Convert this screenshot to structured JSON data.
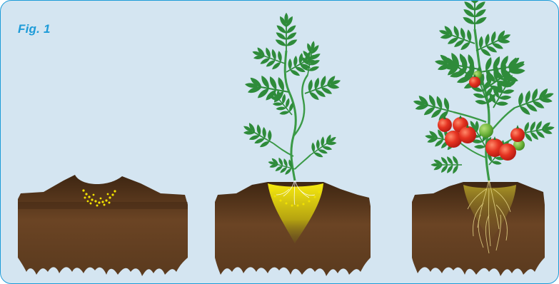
{
  "figure": {
    "label": "Fig. 1"
  },
  "panels": [
    {
      "name": "stage-1",
      "elements": [
        "soil-mound",
        "seed-fertilizer-granules"
      ]
    },
    {
      "name": "stage-2",
      "elements": [
        "soil-mound",
        "young-tomato-plant",
        "yellow-nutrient-zone",
        "fine-roots"
      ]
    },
    {
      "name": "stage-3",
      "elements": [
        "soil-mound",
        "mature-tomato-plant",
        "ripe-tomatoes",
        "green-tomatoes",
        "root-system"
      ]
    }
  ],
  "colors": {
    "background": "#d4e5f1",
    "border": "#1d9bd8",
    "label": "#1d9bd8",
    "soil": "#5a3a1e",
    "nutrient": "#f2e200",
    "leaf": "#2e8b3a",
    "tomato_red": "#e23222",
    "tomato_green": "#6fb43c"
  }
}
